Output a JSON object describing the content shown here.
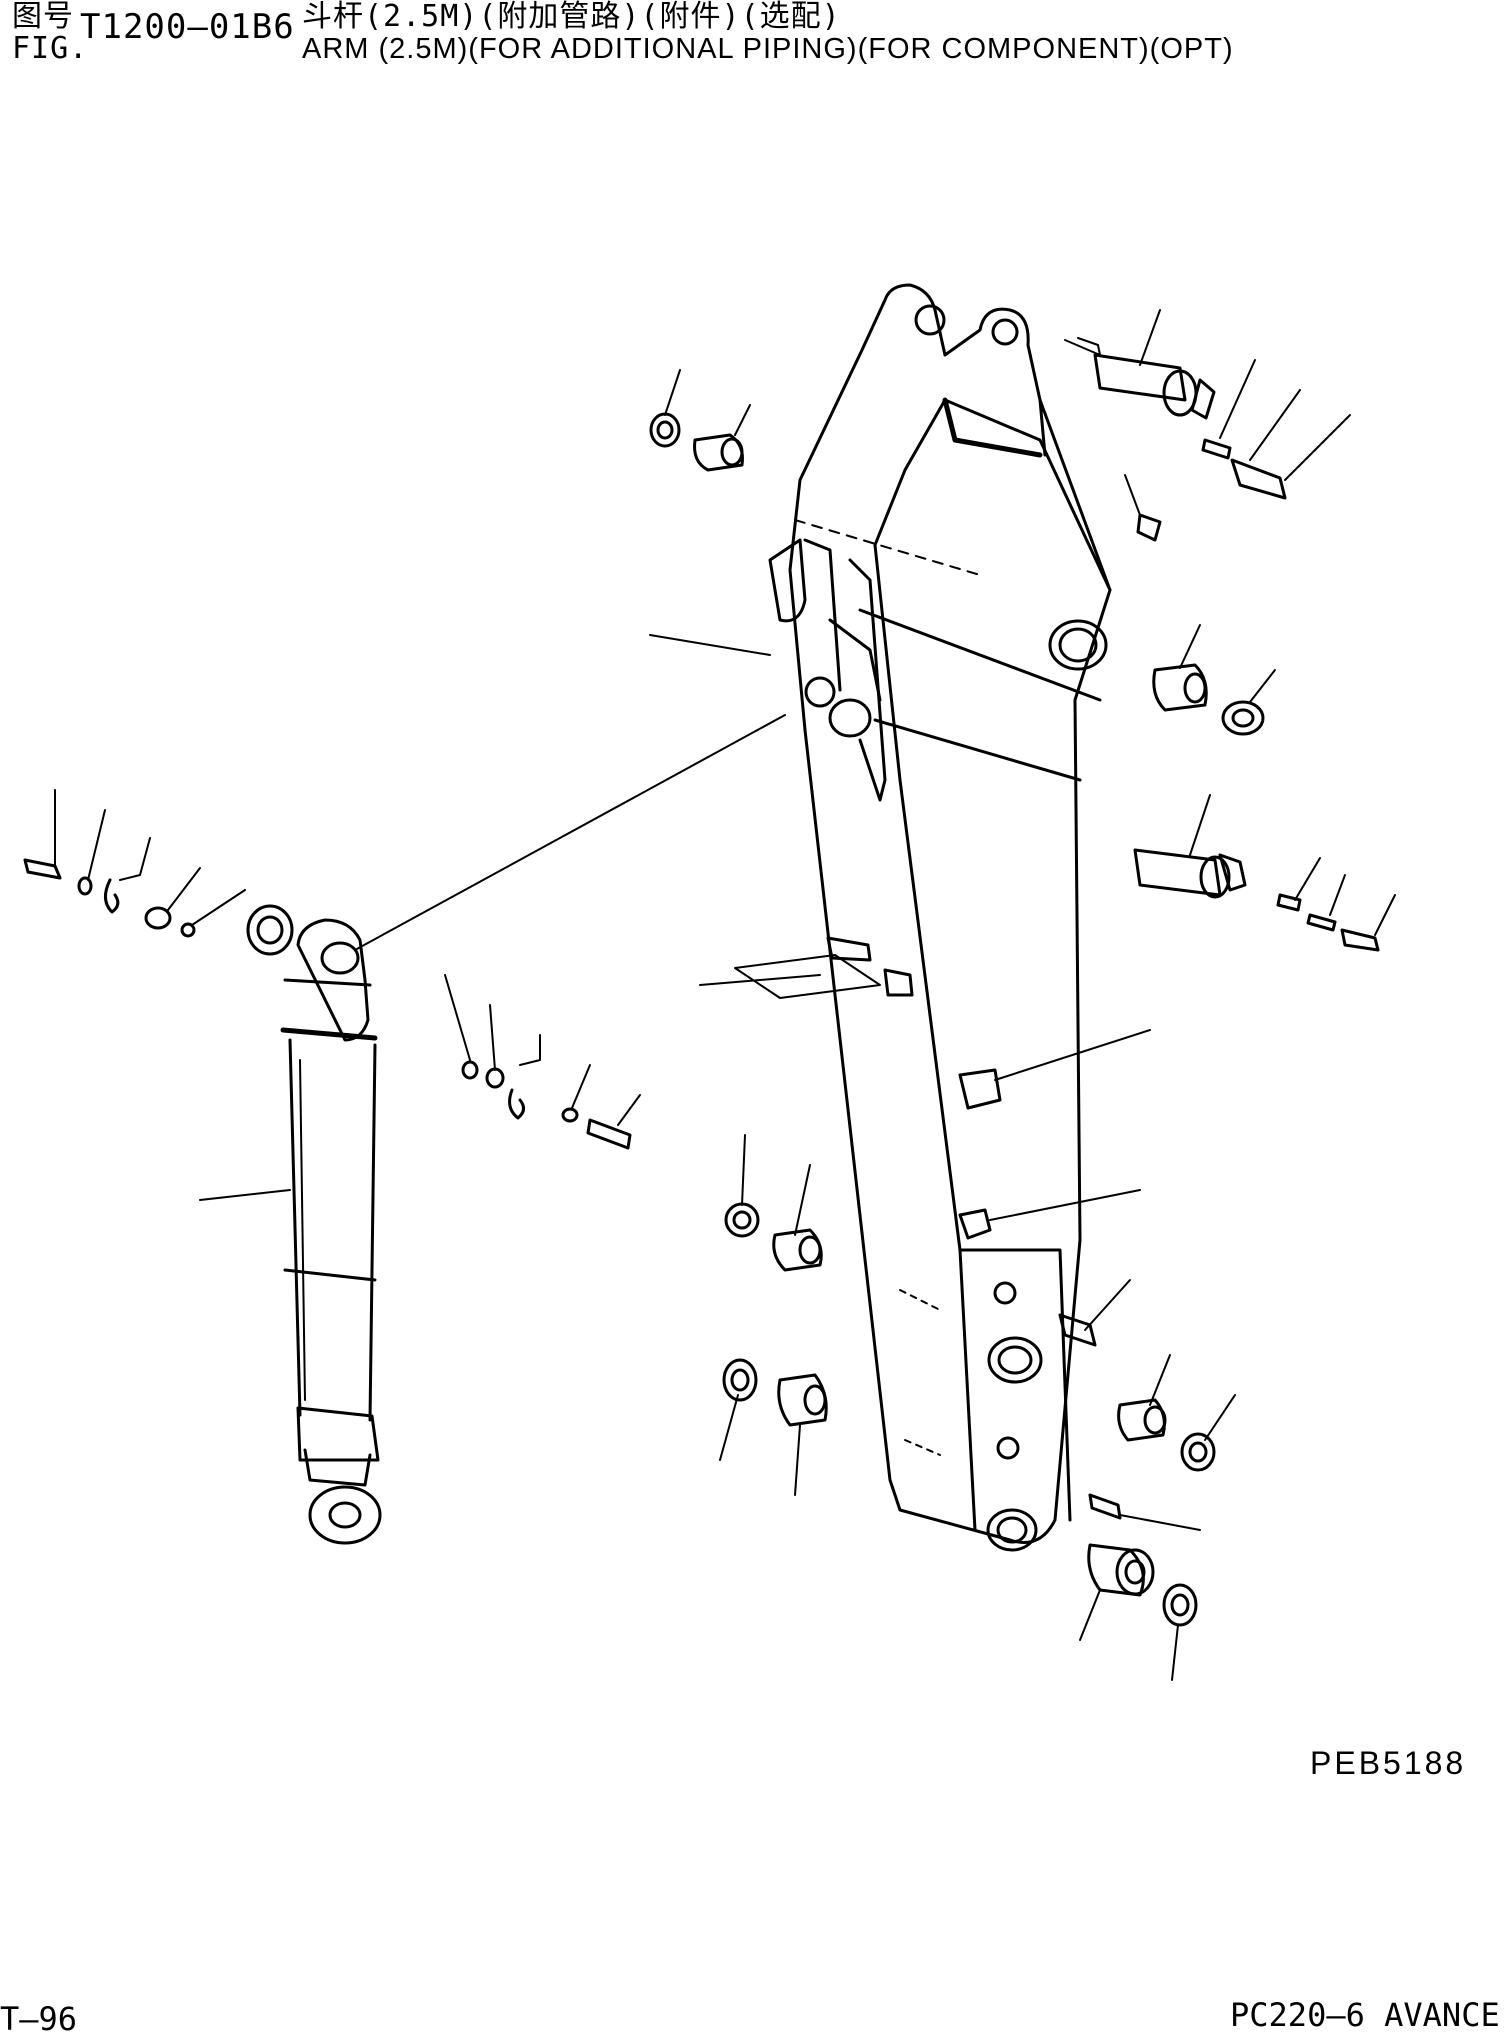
{
  "header": {
    "fig_label_cn": "图号",
    "fig_label_en": "FIG.",
    "fig_number": "T1200—01B6",
    "title_cn": "斗杆(2.5M)(附加管路)(附件)(选配)",
    "title_en": "ARM (2.5M)(FOR ADDITIONAL PIPING)(FOR COMPONENT)(OPT)"
  },
  "drawing_code": "PEB5188",
  "footer": {
    "page_number": "T—96",
    "machine_model": "PC220—6 AVANCE"
  },
  "colors": {
    "ink": "#000000",
    "paper": "#ffffff"
  }
}
